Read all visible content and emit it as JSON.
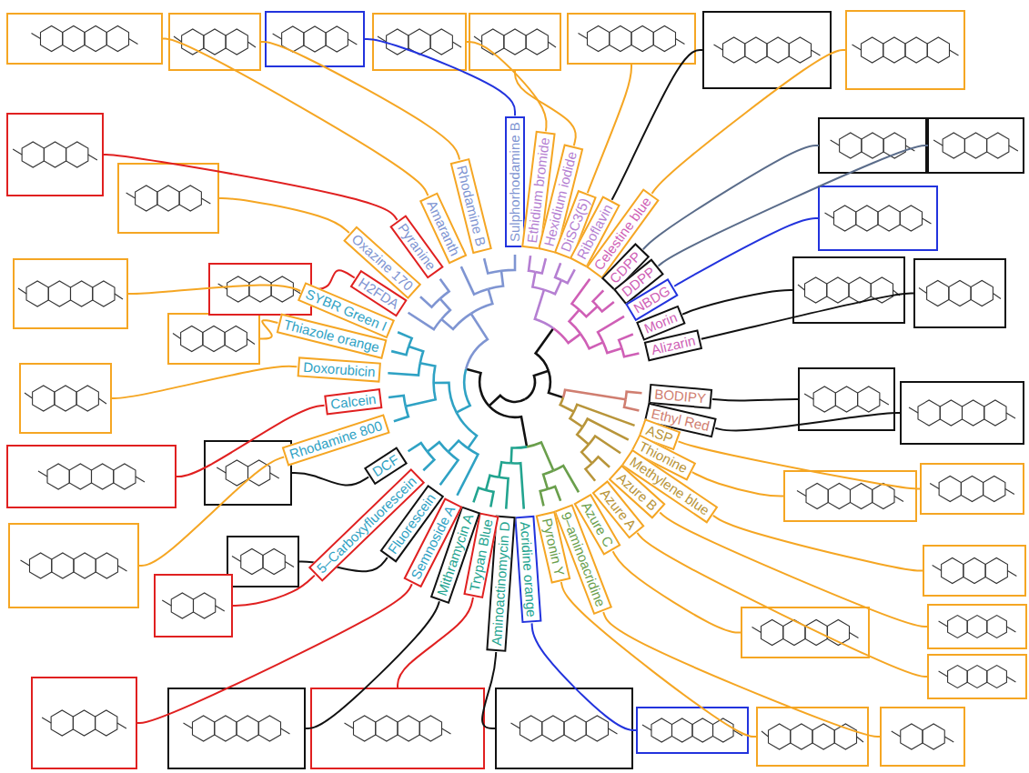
{
  "diagram": {
    "nodes": [
      {
        "text": [
          "Sulphorhodamine B"
        ]
      },
      {
        "text": [
          "Ethidium bromide"
        ]
      },
      {
        "text": [
          "Hexidium iodide"
        ]
      },
      {
        "text": [
          "DiSC3(5)"
        ]
      },
      {
        "text": [
          "Riboflavin"
        ]
      },
      {
        "text": [
          "Celestine blue"
        ]
      },
      {
        "text": [
          "CDPP"
        ]
      },
      {
        "text": [
          "DDPP"
        ]
      },
      {
        "text": [
          "NBDG"
        ]
      },
      {
        "text": [
          "Morin"
        ]
      },
      {
        "text": [
          "Alizarin"
        ]
      },
      {
        "text": [
          "BODIPY"
        ]
      },
      {
        "text": [
          "Ethyl Red"
        ]
      },
      {
        "text": [
          "ASP"
        ]
      },
      {
        "text": [
          "Thionine"
        ]
      },
      {
        "text": [
          "Methylene blue"
        ]
      },
      {
        "text": [
          "Azure B"
        ]
      },
      {
        "text": [
          "Azure A"
        ]
      },
      {
        "text": [
          "Azure C"
        ]
      },
      {
        "text": [
          "9–aminoacridine"
        ]
      },
      {
        "text": [
          "Pyronin Y"
        ]
      },
      {
        "text": [
          "Acridine orange"
        ]
      },
      {
        "text": [
          "Aminoactinomycin D"
        ]
      },
      {
        "text": [
          "Trypan Blue"
        ]
      },
      {
        "text": [
          "Mithramycin A"
        ]
      },
      {
        "text": [
          "Semnoside A"
        ]
      },
      {
        "text": [
          "Fluorescein"
        ]
      },
      {
        "text": [
          "5–Carboxyfluorescein"
        ]
      },
      {
        "text": [
          "DCF"
        ]
      },
      {
        "text": [
          "Rhodamine 800"
        ]
      },
      {
        "text": [
          "Calcein"
        ]
      },
      {
        "text": [
          "Doxorubicin"
        ]
      },
      {
        "text": [
          "Thiazole orange"
        ]
      },
      {
        "text": [
          "SYBR Green I"
        ]
      },
      {
        "text": [
          "H2FDA"
        ]
      },
      {
        "text": [
          "Oxazine 170"
        ]
      },
      {
        "text": [
          "Pyranine"
        ]
      },
      {
        "text": [
          "Amaranth"
        ]
      },
      {
        "text": [
          "Rhodamine B"
        ]
      }
    ]
  }
}
